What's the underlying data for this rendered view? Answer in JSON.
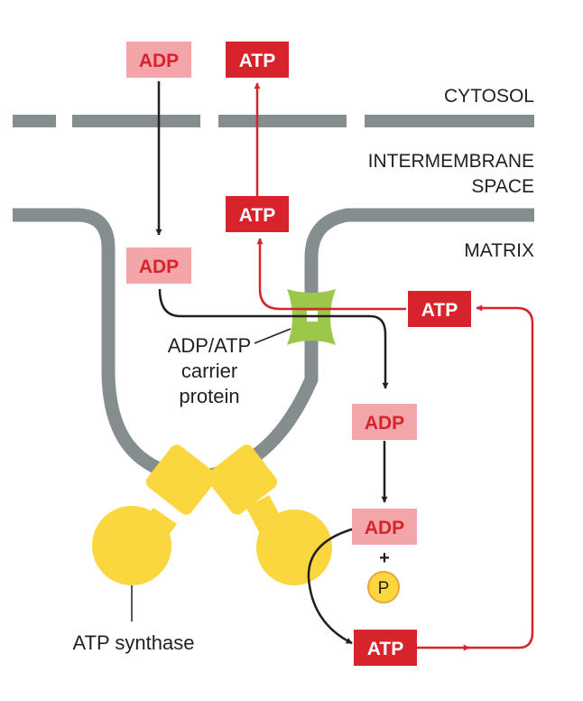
{
  "regions": {
    "cytosol": "CYTOSOL",
    "intermembrane_line1": "INTERMEMBRANE",
    "intermembrane_line2": "SPACE",
    "matrix": "MATRIX"
  },
  "molecules": {
    "adp": "ADP",
    "atp": "ATP",
    "plus": "+",
    "phosphate": "P"
  },
  "labels": {
    "carrier_line1": "ADP/ATP",
    "carrier_line2": "carrier",
    "carrier_line3": "protein",
    "atp_synthase": "ATP synthase"
  },
  "colors": {
    "membrane": "#858d8f",
    "adp_box": "#f3a6a9",
    "adp_text": "#d7242c",
    "atp_box": "#d7242c",
    "atp_text": "#ffffff",
    "atp_arrow": "#d7242c",
    "adp_arrow": "#231f20",
    "carrier": "#9cc74a",
    "synthase": "#fbd73f",
    "phosphate": "#fbd73f"
  }
}
